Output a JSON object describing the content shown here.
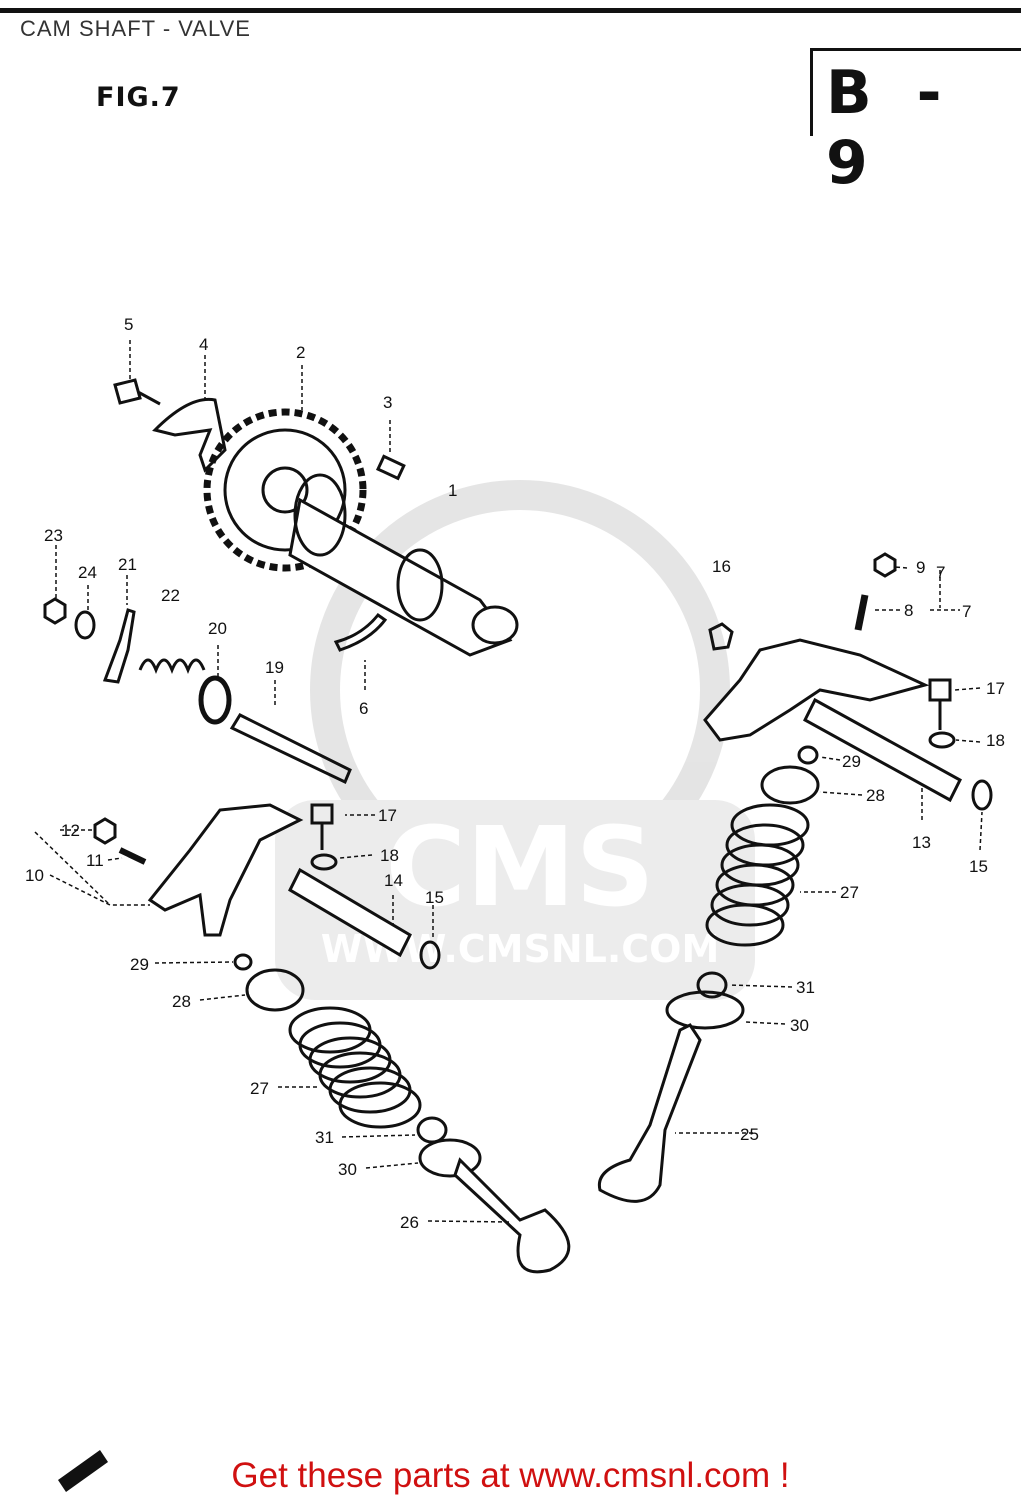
{
  "header": {
    "title": "CAM SHAFT - VALVE"
  },
  "figure": {
    "label": "FIG.7",
    "page_code": "B - 9"
  },
  "watermark": {
    "brand": "CMS",
    "url": "WWW.CMSNL.COM"
  },
  "callouts": [
    "1",
    "2",
    "3",
    "4",
    "5",
    "6",
    "7",
    "8",
    "9",
    "10",
    "11",
    "12",
    "13",
    "14",
    "15",
    "16",
    "17",
    "18",
    "19",
    "20",
    "21",
    "22",
    "23",
    "24",
    "25",
    "26",
    "27",
    "28",
    "29",
    "30",
    "31"
  ],
  "callouts_repeat": [
    "17",
    "18",
    "15",
    "29",
    "28",
    "27",
    "31",
    "30",
    "7"
  ],
  "footer": {
    "link_text": "Get these parts at www.cmsnl.com !",
    "link_color": "#d01010"
  }
}
